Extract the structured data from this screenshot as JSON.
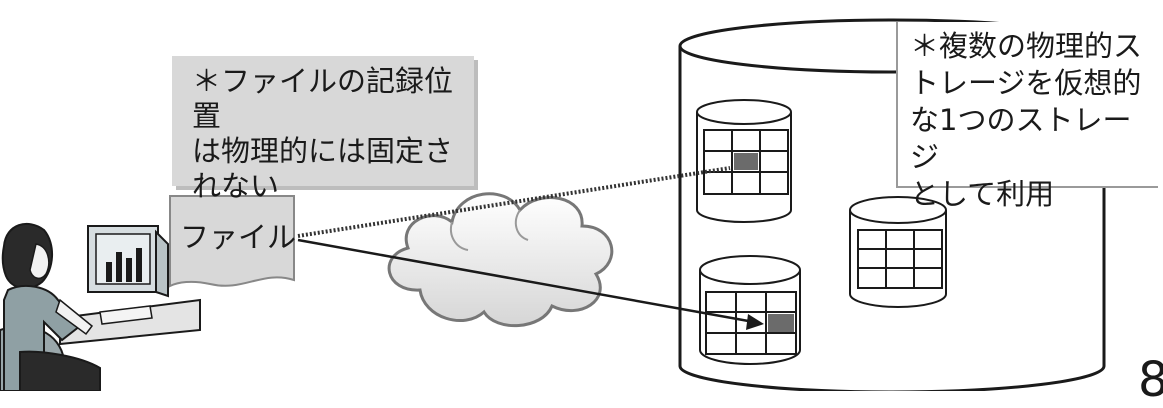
{
  "notes": {
    "left": "＊ファイルの記録位置\nは物理的には固定さ\nれない",
    "right": "＊複数の物理的ス\nトレージを仮想的\nな1つのストレージ\nとして利用"
  },
  "file": {
    "label": "ファイル"
  },
  "page_number": "8",
  "colors": {
    "highlight_cell": "#6b6b6b",
    "note_bg": "#d8d8d8",
    "line": "#222222"
  },
  "icons": [
    "person-at-computer-icon",
    "cloud-icon",
    "cylinder-storage-icon",
    "file-document-icon"
  ]
}
